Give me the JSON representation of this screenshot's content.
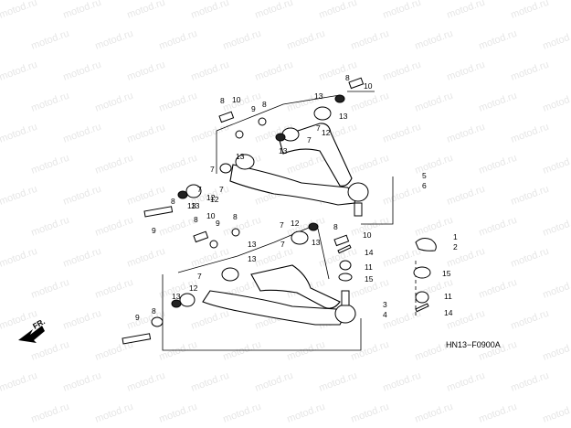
{
  "watermark": "motod.ru",
  "diagram_code": "HN13−F0900A",
  "direction_label": "FR.",
  "callouts": {
    "upper_arm": [
      "8",
      "10",
      "9",
      "8",
      "13",
      "7",
      "12",
      "13",
      "13",
      "7",
      "8",
      "10",
      "13",
      "12",
      "7",
      "13",
      "9",
      "8",
      "7",
      "12",
      "13",
      "7"
    ],
    "lower_arm": [
      "8",
      "10",
      "9",
      "8",
      "13",
      "7",
      "12",
      "13",
      "7",
      "8",
      "10",
      "13",
      "12",
      "7",
      "8",
      "9",
      "13"
    ],
    "side": [
      "5",
      "6",
      "3",
      "4",
      "1",
      "2",
      "14",
      "11",
      "15",
      "15",
      "11",
      "14"
    ]
  }
}
